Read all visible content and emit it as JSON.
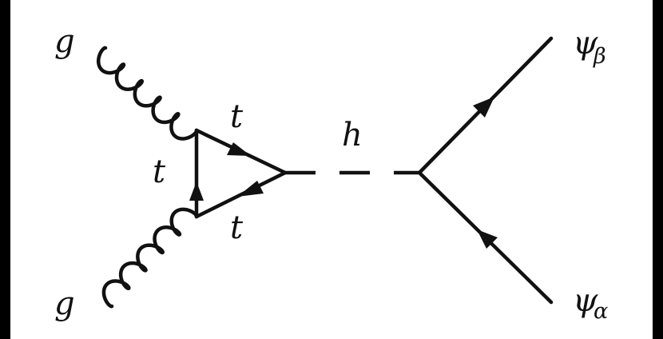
{
  "diagram": {
    "labels": {
      "gluon_top": "g",
      "gluon_bottom": "g",
      "top_upper": "t",
      "top_left": "t",
      "top_lower": "t",
      "higgs": "h",
      "psi_out": "ψ",
      "psi_out_sub": "β",
      "psi_in": "ψ",
      "psi_in_sub": "α"
    }
  }
}
